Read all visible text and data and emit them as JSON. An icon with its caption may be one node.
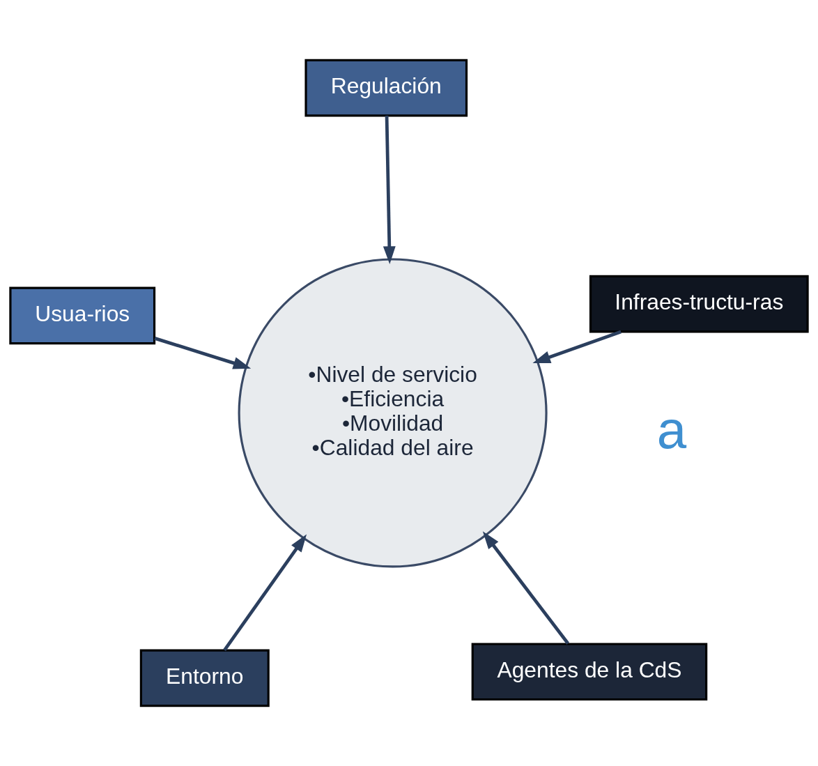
{
  "diagram": {
    "nodes": [
      {
        "text": [
          "Entorno"
        ]
      },
      {
        "text": [
          "Agentes de la CdS"
        ]
      },
      {
        "text": [
          "•Nivel de servicio",
          "•Eficiencia",
          "•Movilidad",
          "•Calidad del aire"
        ]
      },
      {
        "text": [
          "Regulación"
        ]
      },
      {
        "text": [
          "Infraes-tructu-ras"
        ]
      },
      {
        "text": [
          "Usua-rios"
        ]
      }
    ],
    "edges": [
      {
        "from": 0,
        "to": 2,
        "arrow": "to"
      },
      {
        "from": 1,
        "to": 2,
        "arrow": "to"
      },
      {
        "from": 3,
        "to": 2,
        "arrow": "to"
      },
      {
        "from": 4,
        "to": 2,
        "arrow": "to"
      },
      {
        "from": 5,
        "to": 2,
        "arrow": "to"
      }
    ],
    "labels": [
      "a"
    ]
  }
}
